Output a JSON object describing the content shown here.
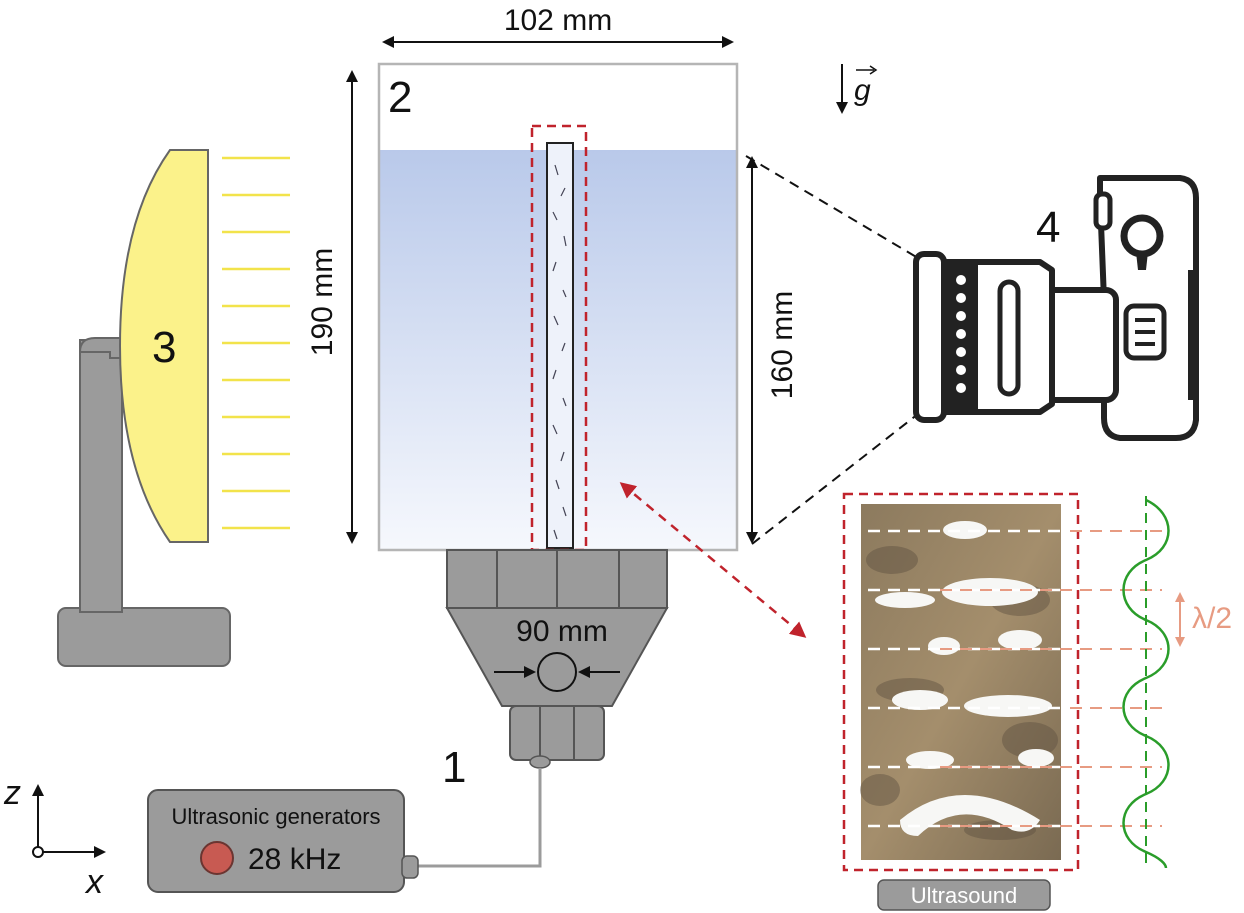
{
  "labels": {
    "transducer": "1",
    "vessel": "2",
    "lamp": "3",
    "camera": "4"
  },
  "dimensions": {
    "width": "102 mm",
    "height": "190 mm",
    "liquid_height": "160 mm",
    "horn_diameter": "90 mm"
  },
  "gravity": "g",
  "generator": {
    "title": "Ultrasonic generators",
    "frequency": "28 kHz"
  },
  "wave": {
    "half_wavelength": "λ/2"
  },
  "inset": {
    "caption": "Ultrasound"
  },
  "axes": {
    "vertical": "z",
    "horizontal": "x"
  },
  "colors": {
    "accent_red": "#c0232c",
    "lamp_yellow": "#fbf28a",
    "light_rays": "#f2e34b",
    "device_gray": "#9b9b9b",
    "wave_green": "#2a9d2a",
    "node_salmon": "#e79b82",
    "water_top": "#b9c9ea",
    "indicator_red": "#c85a52"
  }
}
